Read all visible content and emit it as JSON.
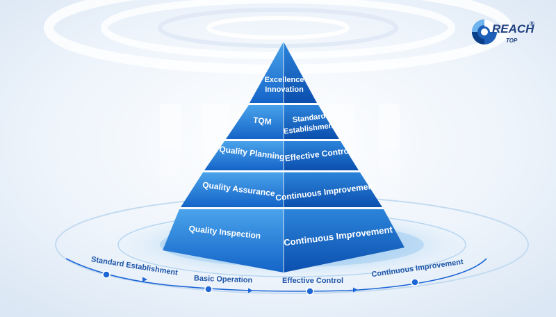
{
  "colors": {
    "pyramid_left_top": "#3f9ae6",
    "pyramid_left_bottom": "#0f5ec5",
    "pyramid_right_top": "#2a80d8",
    "pyramid_right_bottom": "#0a4fae",
    "stage_text": "#1f56a8",
    "accent": "#1d66d6",
    "background": "#eef4fb"
  },
  "logo": {
    "brand": "REACH",
    "sub": "TOP",
    "mark": "®",
    "icon": "reach-top-logo-icon"
  },
  "pyramid": {
    "apex": {
      "line1": "Excellence",
      "line2": "Innovation"
    },
    "left_levels": [
      "TQM",
      "Quality Planning",
      "Quality Assurance",
      "Quality Inspection"
    ],
    "right_levels": [
      [
        "Standard",
        "Establishment"
      ],
      [
        "Effective Control"
      ],
      [
        "Continuous Improvement"
      ],
      [
        "Continuous Improvement"
      ]
    ]
  },
  "stages": [
    "Standard Establishment",
    "Basic Operation",
    "Effective Control",
    "Continuous Improvement"
  ]
}
